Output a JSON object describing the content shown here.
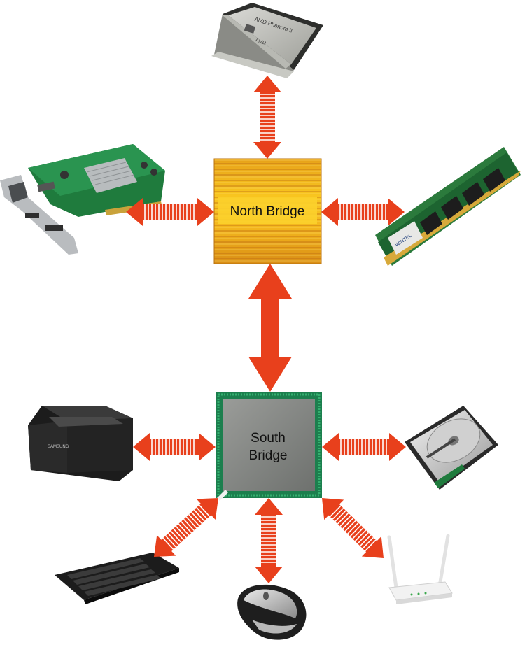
{
  "north_bridge": {
    "label": "North Bridge"
  },
  "south_bridge": {
    "label_line1": "South",
    "label_line2": "Bridge"
  },
  "cpu": {
    "marking_line1": "AMD Phenom II",
    "marking_line2": "AMD"
  },
  "ram": {
    "marking": "WINTEC"
  },
  "printer": {
    "brand": "SAMSUNG"
  },
  "colors": {
    "arrow": "#e8401c",
    "arrow_stripe": "#ffffff",
    "north_bridge": "#f6c21c",
    "south_bridge_border": "#1f8a55",
    "south_bridge_core": "#7f827f"
  }
}
